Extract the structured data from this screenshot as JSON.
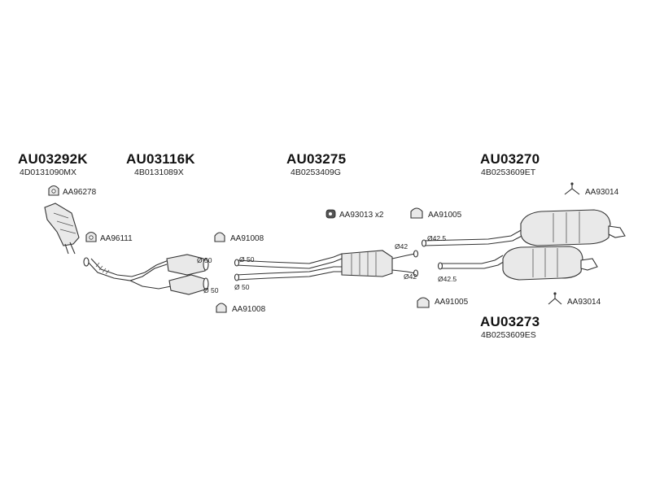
{
  "groups": [
    {
      "code": "AU03292K",
      "oem": "4D0131090MX"
    },
    {
      "code": "AU03116K",
      "oem": "4B0131089X"
    },
    {
      "code": "AU03275",
      "oem": "4B0253409G"
    },
    {
      "code": "AU03270",
      "oem": "4B0253609ET"
    },
    {
      "code": "AU03273",
      "oem": "4B0253609ES"
    }
  ],
  "accessories": [
    "AA96278",
    "AA96111",
    "AA91008",
    "AA91008",
    "AA93013 x2",
    "AA91005",
    "AA91005",
    "AA93014",
    "AA93014"
  ],
  "dimensions": [
    "Ø 50",
    "Ø 50",
    "Ø 50",
    "Ø 50",
    "Ø42",
    "Ø42",
    "Ø42.5",
    "Ø42.5"
  ]
}
